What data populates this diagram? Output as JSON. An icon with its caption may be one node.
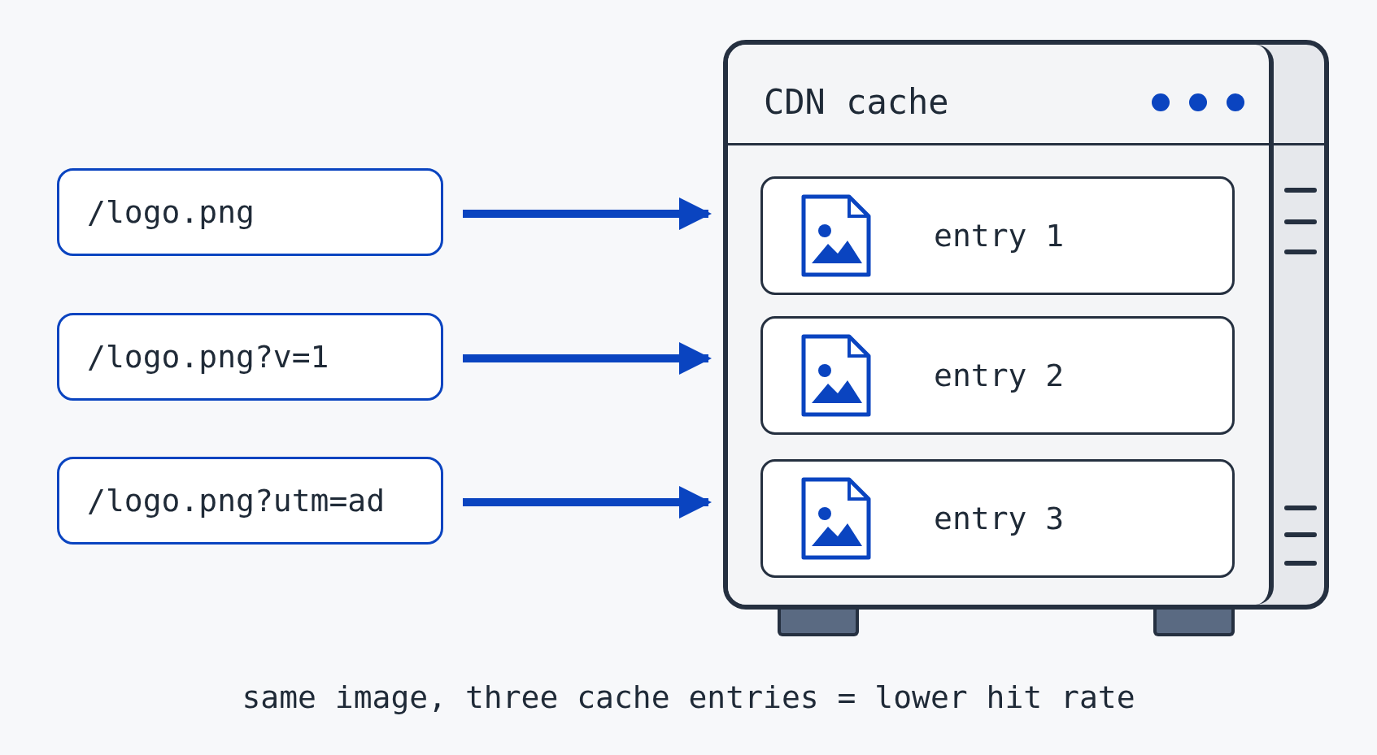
{
  "diagram": {
    "caption": "same image, three cache entries = lower hit rate",
    "nodes": [
      {
        "text": [
          "/logo.png"
        ]
      },
      {
        "text": [
          "/logo.png?v=1"
        ]
      },
      {
        "text": [
          "/logo.png?utm=ad"
        ]
      },
      {
        "text": [
          "CDN cache"
        ]
      },
      {
        "text": [
          "entry 1"
        ],
        "in": 3
      },
      {
        "text": [
          "entry 2"
        ],
        "in": 3
      },
      {
        "text": [
          "entry 3"
        ],
        "in": 3
      },
      {
        "text": [],
        "shape": "bar"
      },
      {
        "text": [],
        "shape": "bar"
      }
    ],
    "edges": [
      {
        "from": 0,
        "to": 3,
        "arrow": "to"
      },
      {
        "from": 1,
        "to": 3,
        "arrow": "to"
      },
      {
        "from": 2,
        "to": 3,
        "arrow": "to"
      }
    ]
  }
}
